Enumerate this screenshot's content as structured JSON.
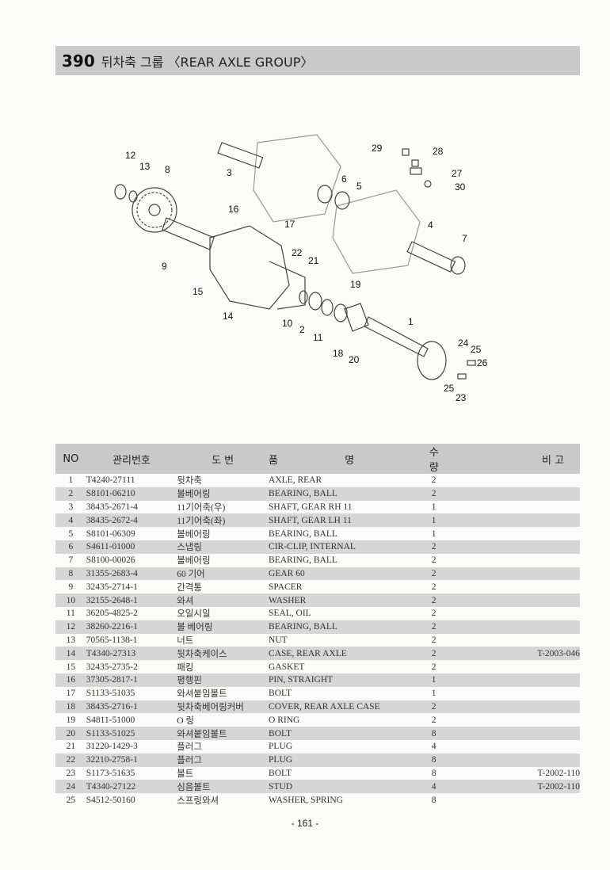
{
  "header": {
    "number": "390",
    "title": "뒤차축 그룹 〈REAR AXLE GROUP〉"
  },
  "diagram": {
    "callouts": [
      "1",
      "2",
      "3",
      "4",
      "5",
      "6",
      "7",
      "8",
      "9",
      "10",
      "11",
      "12",
      "13",
      "14",
      "15",
      "16",
      "17",
      "18",
      "19",
      "20",
      "21",
      "22",
      "23",
      "24",
      "25",
      "25",
      "26",
      "27",
      "28",
      "29",
      "30"
    ]
  },
  "table": {
    "headers": [
      "NO",
      "관리번호",
      "도 번",
      "품",
      "명",
      "수 량",
      "비 고"
    ],
    "rows": [
      {
        "no": "1",
        "code": "T4240-27111",
        "kr": "뒷차축",
        "en": "AXLE, REAR",
        "qty": "2",
        "remark": ""
      },
      {
        "no": "2",
        "code": "S8101-06210",
        "kr": "볼베어링",
        "en": "BEARING, BALL",
        "qty": "2",
        "remark": ""
      },
      {
        "no": "3",
        "code": "38435-2671-4",
        "kr": "11기어축(우)",
        "en": "SHAFT, GEAR RH 11",
        "qty": "1",
        "remark": ""
      },
      {
        "no": "4",
        "code": "38435-2672-4",
        "kr": "11기어축(좌)",
        "en": "SHAFT, GEAR LH 11",
        "qty": "1",
        "remark": ""
      },
      {
        "no": "5",
        "code": "S8101-06309",
        "kr": "볼베어링",
        "en": "BEARING, BALL",
        "qty": "1",
        "remark": ""
      },
      {
        "no": "6",
        "code": "S4611-01000",
        "kr": "스냅링",
        "en": "CIR-CLIP, INTERNAL",
        "qty": "2",
        "remark": ""
      },
      {
        "no": "7",
        "code": "S8100-00026",
        "kr": "볼베어링",
        "en": "BEARING, BALL",
        "qty": "2",
        "remark": ""
      },
      {
        "no": "8",
        "code": "31355-2683-4",
        "kr": "60 기어",
        "en": "GEAR 60",
        "qty": "2",
        "remark": ""
      },
      {
        "no": "9",
        "code": "32435-2714-1",
        "kr": "간격통",
        "en": "SPACER",
        "qty": "2",
        "remark": ""
      },
      {
        "no": "10",
        "code": "32155-2648-1",
        "kr": "와셔",
        "en": "WASHER",
        "qty": "2",
        "remark": ""
      },
      {
        "no": "11",
        "code": "36205-4825-2",
        "kr": "오일시일",
        "en": "SEAL, OIL",
        "qty": "2",
        "remark": ""
      },
      {
        "no": "12",
        "code": "38260-2216-1",
        "kr": "볼 베어링",
        "en": "BEARING, BALL",
        "qty": "2",
        "remark": ""
      },
      {
        "no": "13",
        "code": "70565-1138-1",
        "kr": "너트",
        "en": "NUT",
        "qty": "2",
        "remark": ""
      },
      {
        "no": "14",
        "code": "T4340-27313",
        "kr": "뒷차축케이스",
        "en": "CASE, REAR AXLE",
        "qty": "2",
        "remark": "T-2003-046"
      },
      {
        "no": "15",
        "code": "32435-2735-2",
        "kr": "패킹",
        "en": "GASKET",
        "qty": "2",
        "remark": ""
      },
      {
        "no": "16",
        "code": "37305-2817-1",
        "kr": "평행핀",
        "en": "PIN, STRAIGHT",
        "qty": "1",
        "remark": ""
      },
      {
        "no": "17",
        "code": "S1133-51035",
        "kr": "와셔붙임볼트",
        "en": "BOLT",
        "qty": "1",
        "remark": ""
      },
      {
        "no": "18",
        "code": "38435-2716-1",
        "kr": "뒷차축베어링커버",
        "en": "COVER, REAR AXLE CASE",
        "qty": "2",
        "remark": ""
      },
      {
        "no": "19",
        "code": "S4811-51000",
        "kr": "O 링",
        "en": "O RING",
        "qty": "2",
        "remark": ""
      },
      {
        "no": "20",
        "code": "S1133-51025",
        "kr": "와셔붙임볼트",
        "en": "BOLT",
        "qty": "8",
        "remark": ""
      },
      {
        "no": "21",
        "code": "31220-1429-3",
        "kr": "플러그",
        "en": "PLUG",
        "qty": "4",
        "remark": ""
      },
      {
        "no": "22",
        "code": "32210-2758-1",
        "kr": "플러그",
        "en": "PLUG",
        "qty": "8",
        "remark": ""
      },
      {
        "no": "23",
        "code": "S1173-51635",
        "kr": "볼트",
        "en": "BOLT",
        "qty": "8",
        "remark": "T-2002-110"
      },
      {
        "no": "24",
        "code": "T4340-27122",
        "kr": "심음볼트",
        "en": "STUD",
        "qty": "4",
        "remark": "T-2002-110"
      },
      {
        "no": "25",
        "code": "S4512-50160",
        "kr": "스프링와셔",
        "en": "WASHER, SPRING",
        "qty": "8",
        "remark": ""
      }
    ]
  },
  "footer": {
    "page": "- 161 -"
  }
}
